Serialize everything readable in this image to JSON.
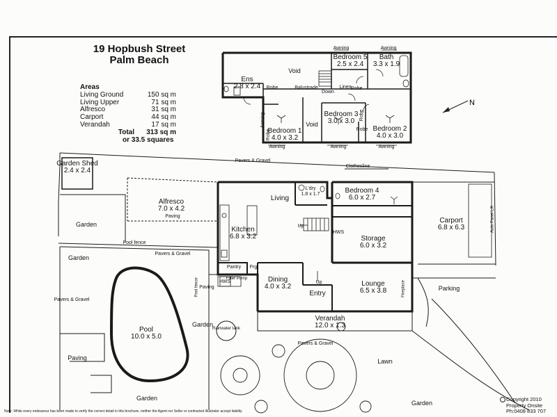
{
  "header": {
    "street": "19 Hopbush Street",
    "suburb": "Palm Beach"
  },
  "areas": {
    "heading": "Areas",
    "rows": [
      {
        "name": "Living Ground",
        "value": "150 sq m"
      },
      {
        "name": "Living Upper",
        "value": "71 sq m"
      },
      {
        "name": "Alfresco",
        "value": "31 sq m"
      },
      {
        "name": "Carport",
        "value": "44 sq m"
      },
      {
        "name": "Verandah",
        "value": "17 sq m"
      }
    ],
    "total_label": "Total",
    "total_value": "313 sq m",
    "squares": "or 33.5 squares"
  },
  "north_label": "N",
  "upper_floor": {
    "ens": {
      "name": "Ens",
      "size": "2.8 x 2.4"
    },
    "void_1": "Void",
    "void_2": "Void",
    "bedroom5": {
      "name": "Bedroom 5",
      "size": "2.5 x 2.4"
    },
    "bath": {
      "name": "Bath",
      "size": "3.3 x 1.9"
    },
    "bedroom1": {
      "name": "Bedroom 1",
      "size": "4.0 x 3.2"
    },
    "bedroom3": {
      "name": "Bedroom 3",
      "size": "3.0 x 3.0"
    },
    "bedroom2": {
      "name": "Bedroom 2",
      "size": "4.0 x 3.0"
    },
    "robe_1": "Robe",
    "robe_2": "Robe",
    "robe_3": "Robe",
    "robe_4": "Robe",
    "robe_5": "Robe",
    "balustrade": "Balustrade",
    "down": "Down",
    "linen": "Linen",
    "awning_1": "Awning",
    "awning_2": "Awning",
    "awning_3": "Awning",
    "awning_4": "Awning",
    "awning_5": "Awning",
    "awning_6": "Awning"
  },
  "ground_floor": {
    "garden_shed": {
      "name": "Garden Shed",
      "size": "2.4 x 2.4"
    },
    "pavers_gravel_top": "Pavers & Gravel",
    "clothesline": "Clothesline",
    "alfresco": {
      "name": "Alfresco",
      "size": "7.0 x 4.2"
    },
    "living": "Living",
    "ldry": {
      "name": "L'dry",
      "size": "1.8 x 1.7"
    },
    "bedroom4": {
      "name": "Bedroom 4",
      "size": "6.0 x 2.7"
    },
    "carport": {
      "name": "Carport",
      "size": "6.8 x 6.3"
    },
    "auto_panel_lift": "Auto Panel Lift",
    "kitchen": {
      "name": "Kitchen",
      "size": "6.8 x 3.2"
    },
    "up_1": "Up",
    "up_2": "Up",
    "hws_1": "HWS",
    "hws_2": "HWS",
    "storage": {
      "name": "Storage",
      "size": "6.0 x 3.2"
    },
    "garden_left": "Garden",
    "paving_1": "Paving",
    "pool_fence_1": "Pool fence",
    "pool_fence_2": "Pool fence",
    "pavers_gravel_pool": "Pavers & Gravel",
    "pantry": "Pantry",
    "frg": "Frg",
    "filter_pump": "Filter Pump",
    "paving_2": "Paving",
    "dining": {
      "name": "Dining",
      "size": "4.0 x 3.2"
    },
    "entry": "Entry",
    "lounge": {
      "name": "Lounge",
      "size": "6.5 x 3.8"
    },
    "fireplace": "Fireplace",
    "parking": "Parking",
    "garden_2": "Garden",
    "pavers_gravel_left": "Pavers & Gravel",
    "pool": {
      "name": "Pool",
      "size": "10.0 x 5.0"
    },
    "garden_3": "Garden",
    "rainwater_tank": "Rainwater tank",
    "verandah": {
      "name": "Verandah",
      "size": "12.0 x 1.3"
    },
    "paving_3": "Paving",
    "pavers_gravel_front": "Pavers & Gravel",
    "lawn": "Lawn",
    "garden_bottom": "Garden",
    "garden_front": "Garden"
  },
  "footer": {
    "note": "Note:  While every endeavour has been made to verify the correct detail in this brochure, neither the Agent nor Seller or contracted Illustrator accept liability",
    "copyright": "Copyright 2010",
    "company": "Property Onsite",
    "phone": "Ph:0408 833 707"
  }
}
